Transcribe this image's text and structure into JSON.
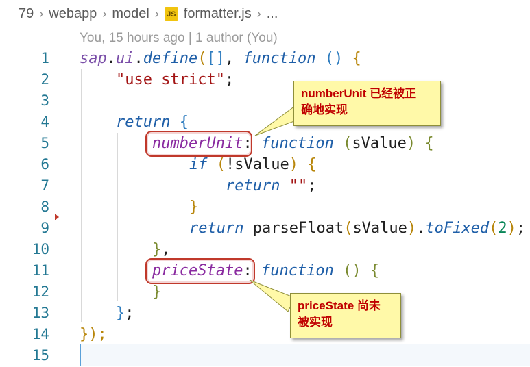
{
  "breadcrumb": {
    "items": [
      "79",
      "webapp",
      "model",
      "formatter.js",
      "..."
    ],
    "file_icon": "JS"
  },
  "blame": {
    "text": "You, 15 hours ago | 1 author (You)"
  },
  "line_numbers": [
    "1",
    "2",
    "3",
    "4",
    "5",
    "6",
    "7",
    "8",
    "9",
    "10",
    "11",
    "12",
    "13",
    "14",
    "15"
  ],
  "code": {
    "l1": {
      "obj": "sap",
      "dot1": ".",
      "ui": "ui",
      "dot2": ".",
      "define": "define",
      "p1": "(",
      "arr": "[]",
      "comma": ", ",
      "kwfn": "function",
      "sp": " ",
      "params": "()",
      "sp2": " ",
      "brace": "{"
    },
    "l2": {
      "str": "\"use strict\"",
      "semi": ";"
    },
    "l4": {
      "kw": "return",
      "sp": " ",
      "brace": "{"
    },
    "l5": {
      "key": "numberUnit",
      "colon": ":",
      "sp": " ",
      "kwfn": "function",
      "sp2": " ",
      "p1": "(",
      "arg": "sValue",
      "p2": ")",
      "sp3": " ",
      "brace": "{"
    },
    "l6": {
      "kw": "if",
      "sp": " ",
      "p1": "(",
      "neg": "!",
      "arg": "sValue",
      "p2": ")",
      "sp2": " ",
      "brace": "{"
    },
    "l7": {
      "kw": "return",
      "sp": " ",
      "str": "\"\"",
      "semi": ";"
    },
    "l8": {
      "brace": "}"
    },
    "l9": {
      "kw": "return",
      "sp": " ",
      "call": "parseFloat",
      "p1": "(",
      "arg": "sValue",
      "p2": ")",
      "dot": ".",
      "method": "toFixed",
      "p3": "(",
      "num": "2",
      "p4": ")",
      "semi": ";"
    },
    "l10": {
      "brace": "}",
      "comma": ","
    },
    "l11": {
      "key": "priceState",
      "colon": ":",
      "sp": " ",
      "kwfn": "function",
      "sp2": " ",
      "params": "()",
      "sp3": " ",
      "brace": "{"
    },
    "l12": {
      "brace": "}"
    },
    "l13": {
      "brace": "}",
      "semi": ";"
    },
    "l14": {
      "close": "});"
    }
  },
  "callouts": {
    "number_unit": "numberUnit 已经被正确地实现",
    "number_unit_l1": "numberUnit 已经被正",
    "number_unit_l2": "确地实现",
    "price_state_l1": "priceState 尚未",
    "price_state_l2": "被实现"
  },
  "colors": {
    "highlight_border": "#c0392b",
    "callout_bg": "#fff9a8",
    "callout_text": "#c00000"
  }
}
